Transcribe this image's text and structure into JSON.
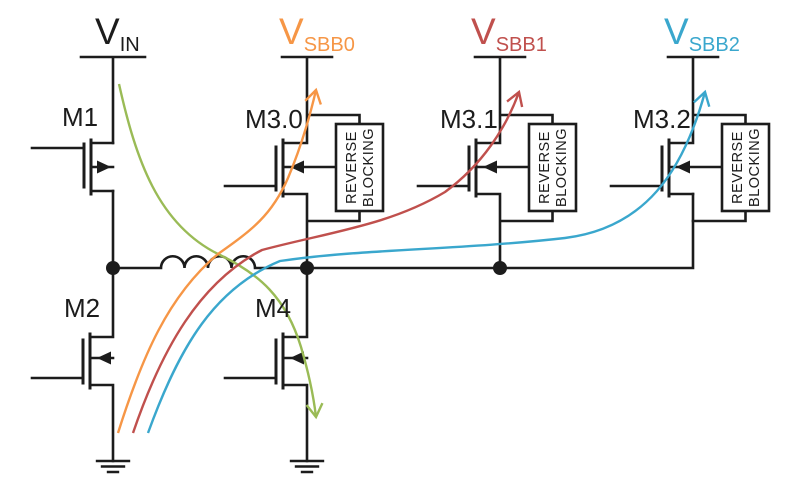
{
  "colors": {
    "wire": "#1c1c1c",
    "text": "#1c1c1c",
    "sbb0": "#f69646",
    "sbb1": "#c0504d",
    "sbb2": "#3aa7cd",
    "flow_in": "#9abb56"
  },
  "terminals": {
    "vin": {
      "main": "V",
      "sub": "IN"
    },
    "sbb0": {
      "main": "V",
      "sub": "SBB0"
    },
    "sbb1": {
      "main": "V",
      "sub": "SBB1"
    },
    "sbb2": {
      "main": "V",
      "sub": "SBB2"
    }
  },
  "transistors": {
    "m1": "M1",
    "m2": "M2",
    "m4": "M4",
    "m3_0": "M3.0",
    "m3_1": "M3.1",
    "m3_2": "M3.2"
  },
  "reverse_blocking": {
    "line1": "REVERSE",
    "line2": "BLOCKING"
  }
}
